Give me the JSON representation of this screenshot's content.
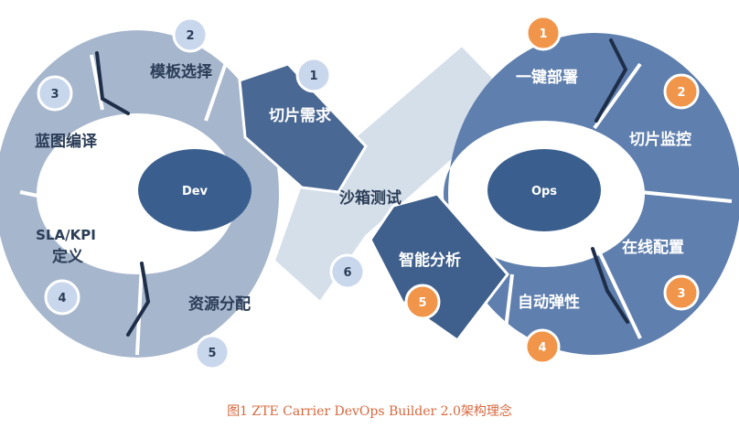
{
  "dev": {
    "center_label": "Dev",
    "steps": [
      {
        "num": "1",
        "label": "切片需求"
      },
      {
        "num": "2",
        "label": "模板选择"
      },
      {
        "num": "3",
        "label": "蓝图编译"
      },
      {
        "num": "4",
        "label": "SLA/KPI",
        "label2": "定义"
      },
      {
        "num": "5",
        "label": "资源分配"
      }
    ]
  },
  "bridge": {
    "num": "6",
    "label": "沙箱测试"
  },
  "ops": {
    "center_label": "Ops",
    "steps": [
      {
        "num": "1",
        "label": "一键部署"
      },
      {
        "num": "2",
        "label": "切片监控"
      },
      {
        "num": "3",
        "label": "在线配置"
      },
      {
        "num": "4",
        "label": "自动弹性"
      },
      {
        "num": "5",
        "label": "智能分析"
      }
    ]
  },
  "colors": {
    "dev_light": "#a6b6cd",
    "dev_dark": "#4a6894",
    "ops_main": "#5f7fae",
    "ops_dark": "#3f5f8c",
    "core": "#3a5f8e",
    "bridge": "#d5dfea",
    "badge_light": "#c9d7ec",
    "badge_orange": "#f0954a",
    "divider": "#1e2e48"
  },
  "caption": "图1 ZTE Carrier DevOps Builder 2.0架构理念"
}
